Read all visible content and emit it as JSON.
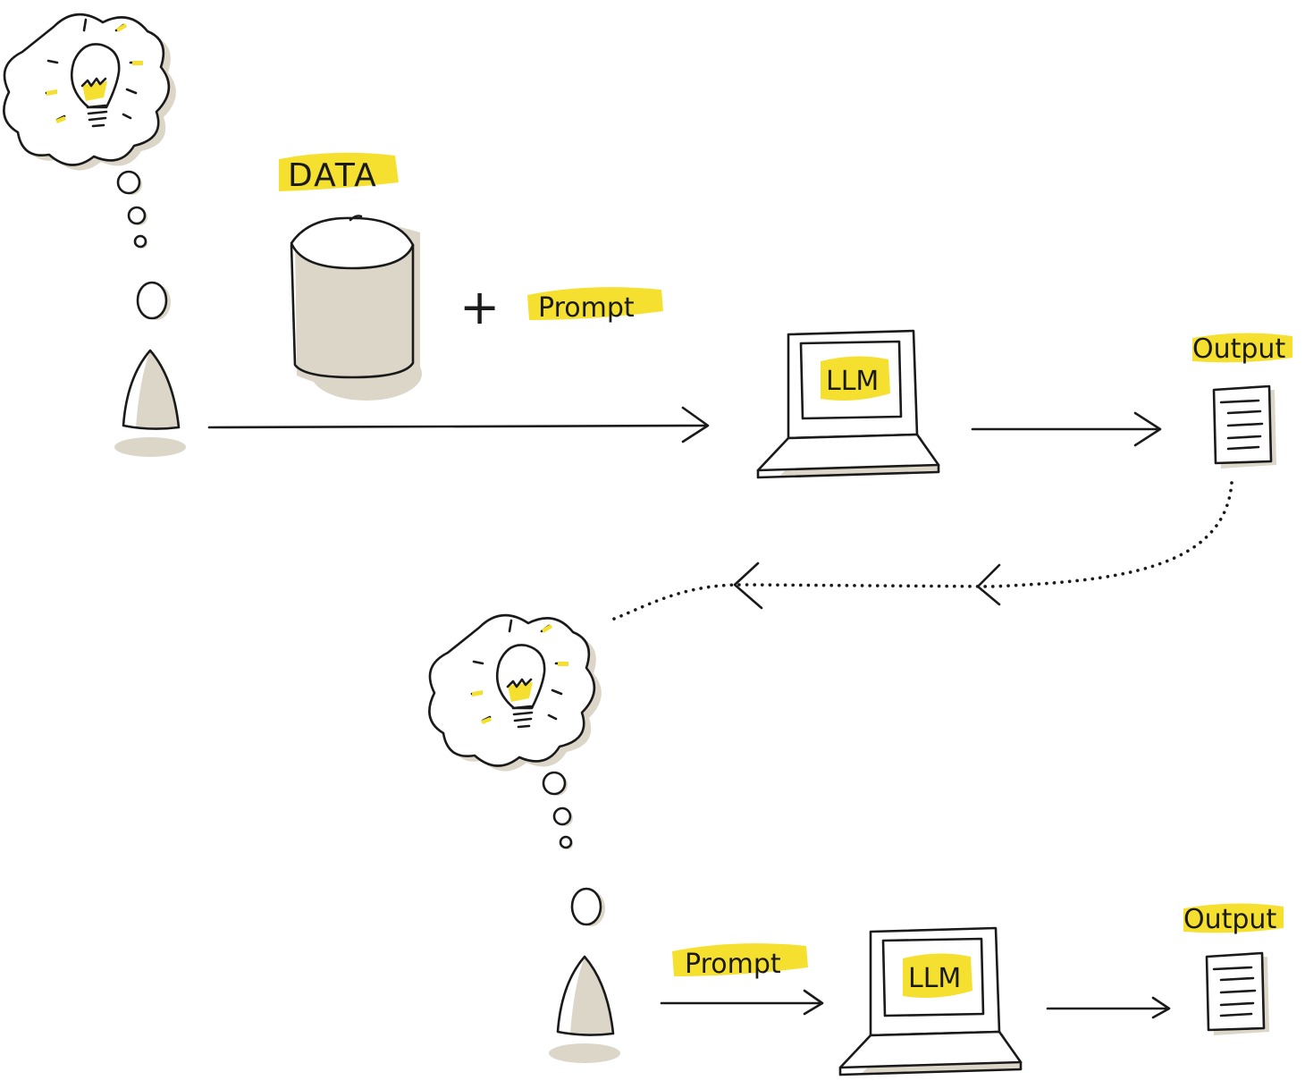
{
  "colors": {
    "ink": "#1a1a1a",
    "highlight": "#f5e030",
    "shade": "#dcd6c9",
    "background": "#ffffff"
  },
  "labels": {
    "data": "DATA",
    "plus": "+",
    "prompt_top": "Prompt",
    "llm_top": "LLM",
    "output_top": "Output",
    "prompt_bottom": "Prompt",
    "llm_bottom": "LLM",
    "output_bottom": "Output"
  },
  "icons": [
    "lightbulb-thought-icon",
    "person-icon",
    "database-cylinder-icon",
    "laptop-icon",
    "document-icon",
    "arrow-right-icon",
    "dotted-feedback-arrow-icon"
  ]
}
